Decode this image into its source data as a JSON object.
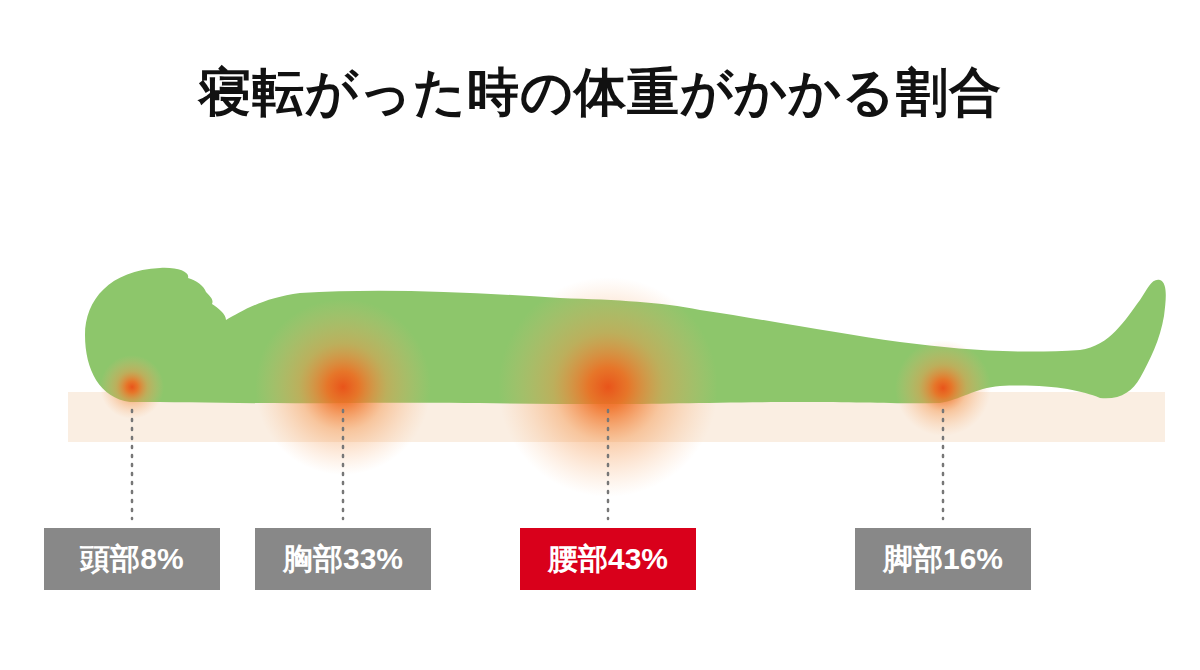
{
  "diagram": {
    "title": "寝転がった時の体重がかかる割合",
    "nodes": [
      {
        "text": [
          "頭部8%"
        ]
      },
      {
        "text": [
          "胸部33%"
        ]
      },
      {
        "text": [
          "腰部43%"
        ]
      },
      {
        "text": [
          "脚部16%"
        ]
      }
    ]
  }
}
